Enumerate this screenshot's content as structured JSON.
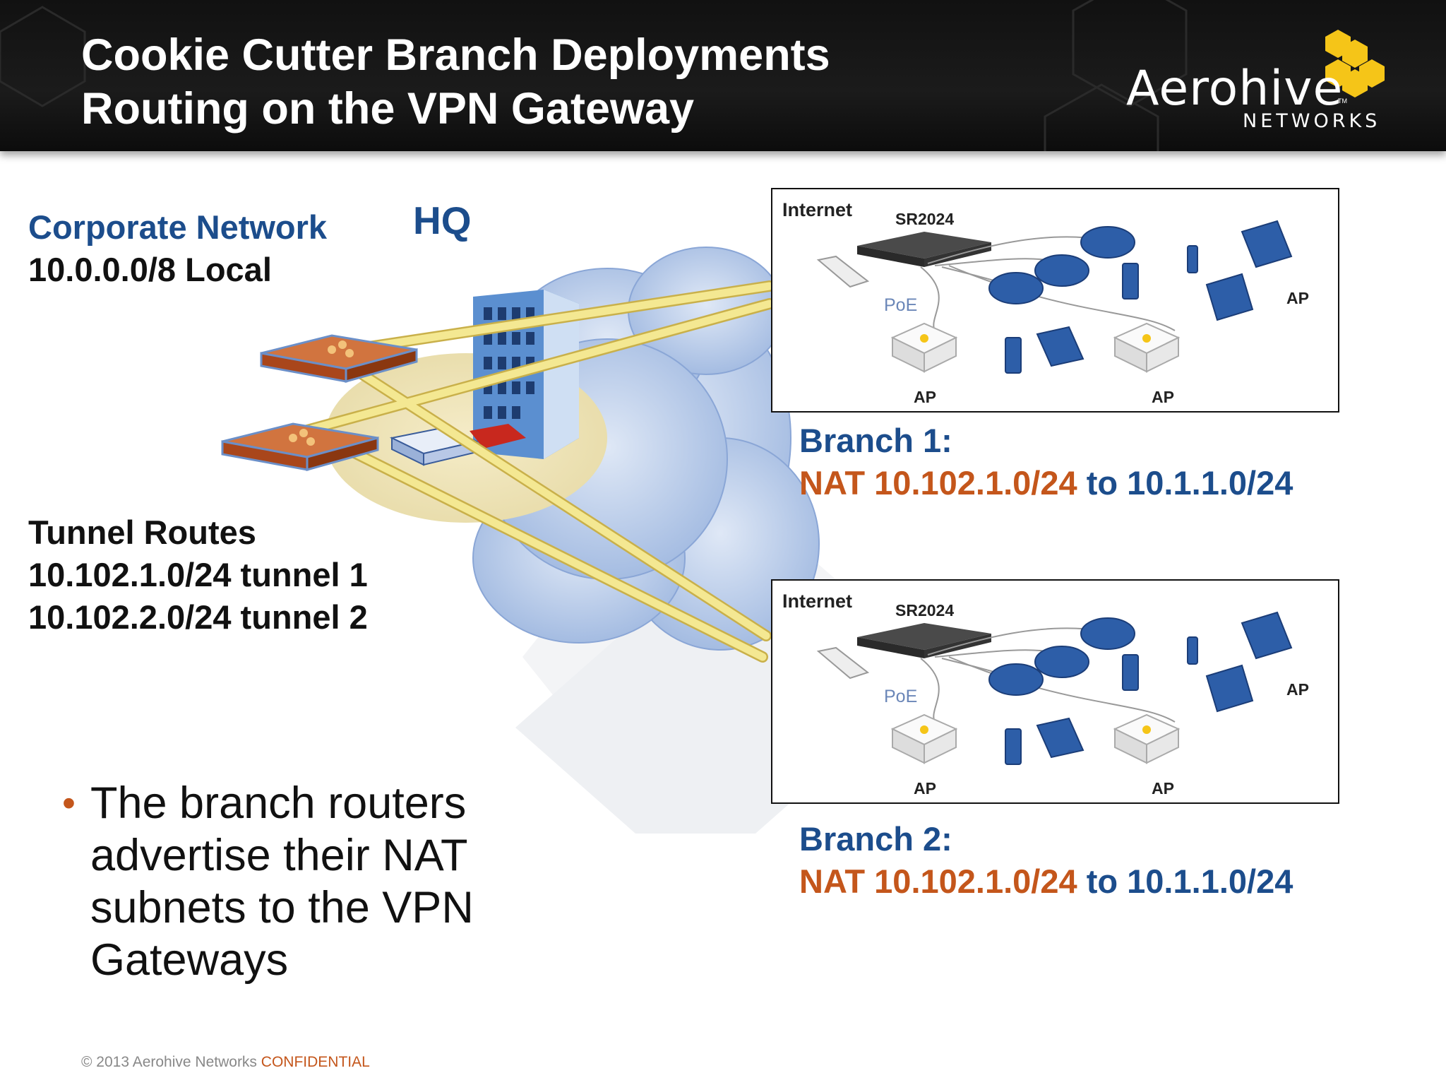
{
  "header": {
    "title_line1": "Cookie Cutter Branch Deployments",
    "title_line2": "Routing on the VPN Gateway",
    "logo_word": "Aerohive",
    "logo_tm": "TM",
    "logo_sub": "NETWORKS"
  },
  "hq": {
    "label": "HQ",
    "corporate_title": "Corporate Network",
    "corporate_subnet": "10.0.0.0/8 Local",
    "tunnel_title": "Tunnel Routes",
    "tunnel_route_1": "10.102.1.0/24 tunnel 1",
    "tunnel_route_2": "10.102.2.0/24 tunnel 2"
  },
  "branches": [
    {
      "title": "Branch 1:",
      "nat_prefix": "NAT 10.102.1.0/24",
      "nat_to": "to",
      "nat_target": "10.1.1.0/24",
      "diagram": {
        "internet": "Internet",
        "router": "SR2024",
        "poe": "PoE",
        "ap": "AP"
      }
    },
    {
      "title": "Branch 2:",
      "nat_prefix": "NAT 10.102.1.0/24",
      "nat_to": "to",
      "nat_target": "10.1.1.0/24",
      "diagram": {
        "internet": "Internet",
        "router": "SR2024",
        "poe": "PoE",
        "ap": "AP"
      }
    }
  ],
  "bullet": {
    "marker": "•",
    "text": "The branch routers advertise their NAT subnets to the VPN Gateways"
  },
  "footer": {
    "copyright": "© 2013 Aerohive Networks",
    "confidential": "CONFIDENTIAL"
  },
  "colors": {
    "header_bg": "#141414",
    "accent_orange": "#c4561b",
    "accent_blue": "#1c4d8c",
    "logo_yellow": "#f5c518",
    "tunnel_yellow": "#f1e38a"
  }
}
